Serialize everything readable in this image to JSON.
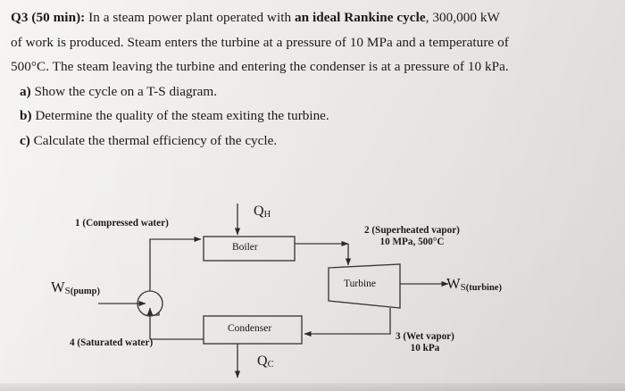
{
  "question": {
    "id_label": "Q3 (50 min):",
    "body_lines": [
      {
        "pre": "Q3 (50 min):",
        "pre_bold": true,
        "text": " In a steam power plant operated with ",
        "bold": "an ideal Rankine cycle",
        "post": ", 300,000 kW"
      },
      {
        "text": "of work is produced. Steam enters the turbine at a pressure of 10 MPa and a temperature of"
      },
      {
        "text": "500°C. The steam leaving the turbine and entering the condenser is at a pressure of 10 kPa."
      }
    ],
    "parts": [
      {
        "label": "a)",
        "text": " Show the cycle on a T-S diagram."
      },
      {
        "label": "b)",
        "text": " Determine the quality of the steam exiting the turbine."
      },
      {
        "label": "c)",
        "text": " Calculate the thermal efficiency of the cycle."
      }
    ]
  },
  "diagram": {
    "title": "rankine-cycle-block-diagram",
    "components": {
      "boiler": "Boiler",
      "turbine": "Turbine",
      "condenser": "Condenser",
      "pump": "pump-symbol"
    },
    "heat_in": {
      "symbol": "Q",
      "subscript": "H"
    },
    "heat_out": {
      "symbol": "Q",
      "subscript": "C"
    },
    "work_pump": {
      "symbol": "W",
      "subscript": "S",
      "qualifier": "(pump)"
    },
    "work_turbine": {
      "symbol": "W",
      "subscript": "S",
      "qualifier": "(turbine)"
    },
    "states": [
      {
        "id": "1",
        "line1": "1 (Compressed  water)",
        "line2": ""
      },
      {
        "id": "2",
        "line1": "2 (Superheated vapor)",
        "line2": "10 MPa, 500°C"
      },
      {
        "id": "3",
        "line1": "3 (Wet vapor)",
        "line2": "10 kPa"
      },
      {
        "id": "4",
        "line1": "4 (Saturated water)",
        "line2": ""
      }
    ]
  },
  "colors": {
    "paper": "#e9e7e3",
    "ink": "#1c1a18",
    "line": "#3a3833"
  }
}
